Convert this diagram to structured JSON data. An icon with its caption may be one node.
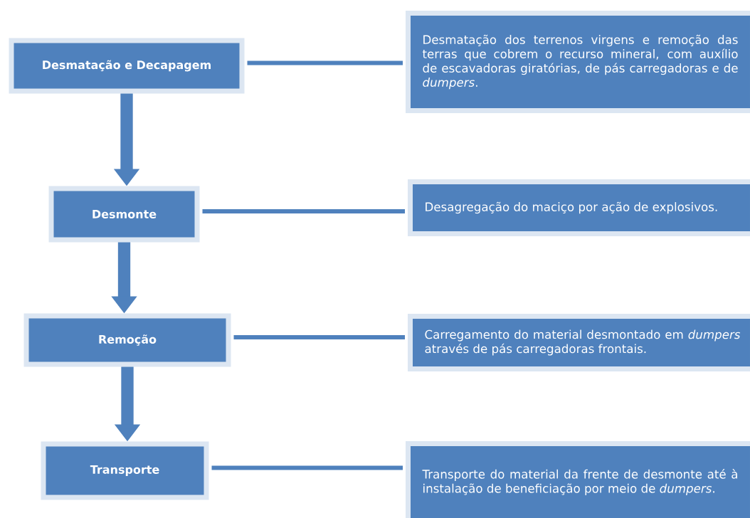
{
  "diagram": {
    "nodes": [
      {
        "text": [
          "Desmatação e Decapagem"
        ]
      },
      {
        "text": [
          "Desmonte"
        ]
      },
      {
        "text": [
          "Remoção"
        ]
      },
      {
        "text": [
          "Transporte"
        ]
      },
      {
        "text": [
          "Desmatação dos terrenos virgens e remoção das terras que cobrem o recurso mineral, com auxílio de escavadoras giratórias, de pás carregadoras e de *dumpers*."
        ]
      },
      {
        "text": [
          "Desagregação do maciço por ação de explosivos."
        ]
      },
      {
        "text": [
          "Carregamento do material desmontado em *dumpers* através de pás carregadoras frontais."
        ]
      },
      {
        "text": [
          "Transporte do material da frente de desmonte até à instalação de beneficiação por meio de *dumpers*."
        ]
      }
    ],
    "edges": [
      {
        "from": 0,
        "to": 1,
        "arrow": "to",
        "style": "thick"
      },
      {
        "from": 1,
        "to": 2,
        "arrow": "to",
        "style": "thick"
      },
      {
        "from": 2,
        "to": 3,
        "arrow": "to",
        "style": "thick"
      },
      {
        "from": 0,
        "to": 4,
        "arrow": "none"
      },
      {
        "from": 1,
        "to": 5,
        "arrow": "none"
      },
      {
        "from": 2,
        "to": 6,
        "arrow": "none"
      },
      {
        "from": 3,
        "to": 7,
        "arrow": "none"
      }
    ]
  }
}
